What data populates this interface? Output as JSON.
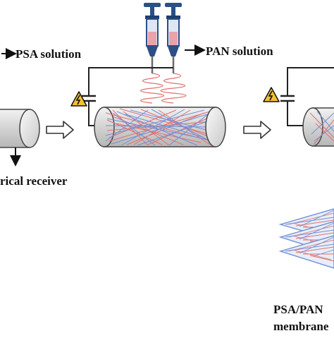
{
  "labels": {
    "psa_solution": "PSA solution",
    "pan_solution": "PAN solution",
    "receiver": "rical receiver",
    "membrane_line1": "PSA/PAN",
    "membrane_line2": "membrane"
  },
  "colors": {
    "syringe_blue": "#2c4f86",
    "syringe_liquid": "#e9a3ad",
    "fiber_red": "#e07070",
    "fiber_blue": "#6f8fd8",
    "cylinder_fill": "#d6d6d6",
    "hazard_yellow": "#f2c230",
    "wire": "#222222"
  },
  "icons": [
    "syringe-icon",
    "hazard-icon",
    "capacitor-icon",
    "hollow-arrow-icon"
  ]
}
